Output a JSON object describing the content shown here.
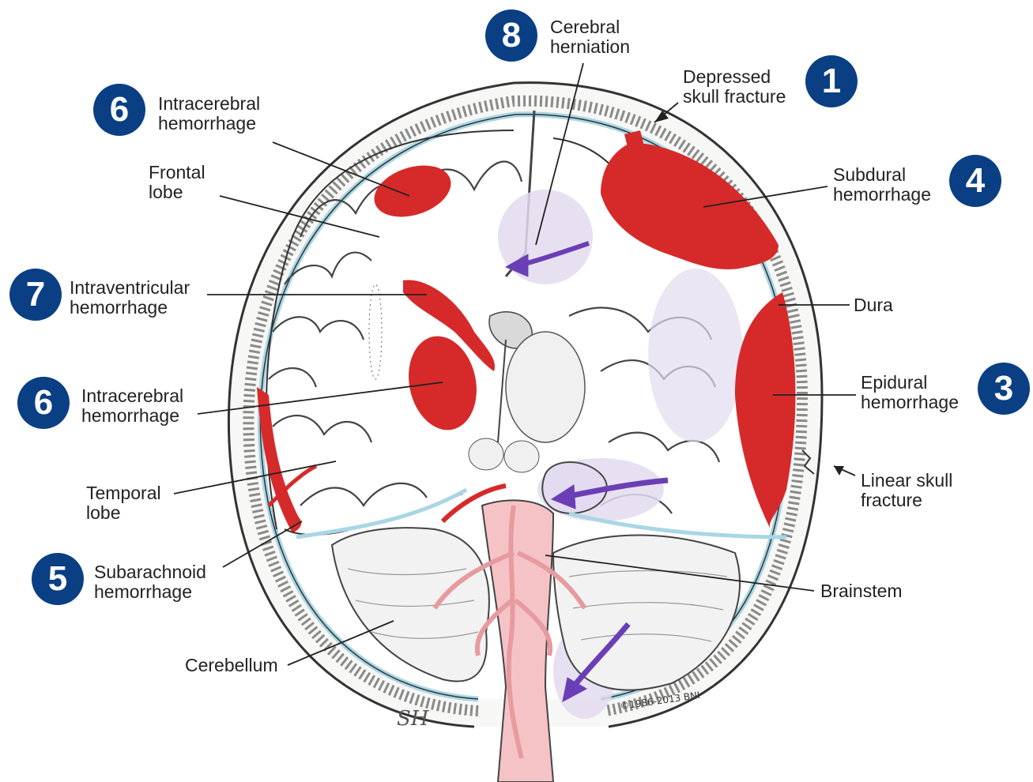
{
  "colors": {
    "badge": "#0a3f84",
    "hemorrhage": "#d62a2a",
    "herniation_arrow": "#6a3fb5",
    "herniation_halo": "#e3dbef",
    "dura": "#a9d6e5",
    "brainstem_vessels": "#f2a8ad"
  },
  "badges": {
    "b1": "1",
    "b3": "3",
    "b4": "4",
    "b5": "5",
    "b6a": "6",
    "b6b": "6",
    "b7": "7",
    "b8": "8"
  },
  "labels": {
    "cerebral_herniation": "Cerebral\nherniation",
    "depressed_skull_fracture": "Depressed\nskull fracture",
    "intracerebral_top": "Intracerebral\nhemorrhage",
    "frontal_lobe": "Frontal\nlobe",
    "subdural": "Subdural\nhemorrhage",
    "intraventricular": "Intraventricular\nhemorrhage",
    "dura": "Dura",
    "intracerebral_mid": "Intracerebral\nhemorrhage",
    "epidural": "Epidural\nhemorrhage",
    "temporal_lobe": "Temporal\nlobe",
    "linear_skull_fracture": "Linear skull\nfracture",
    "subarachnoid": "Subarachnoid\nhemorrhage",
    "brainstem": "Brainstem",
    "cerebellum": "Cerebellum"
  },
  "watermark": "©1986-2013 BNI",
  "signature": "SH"
}
